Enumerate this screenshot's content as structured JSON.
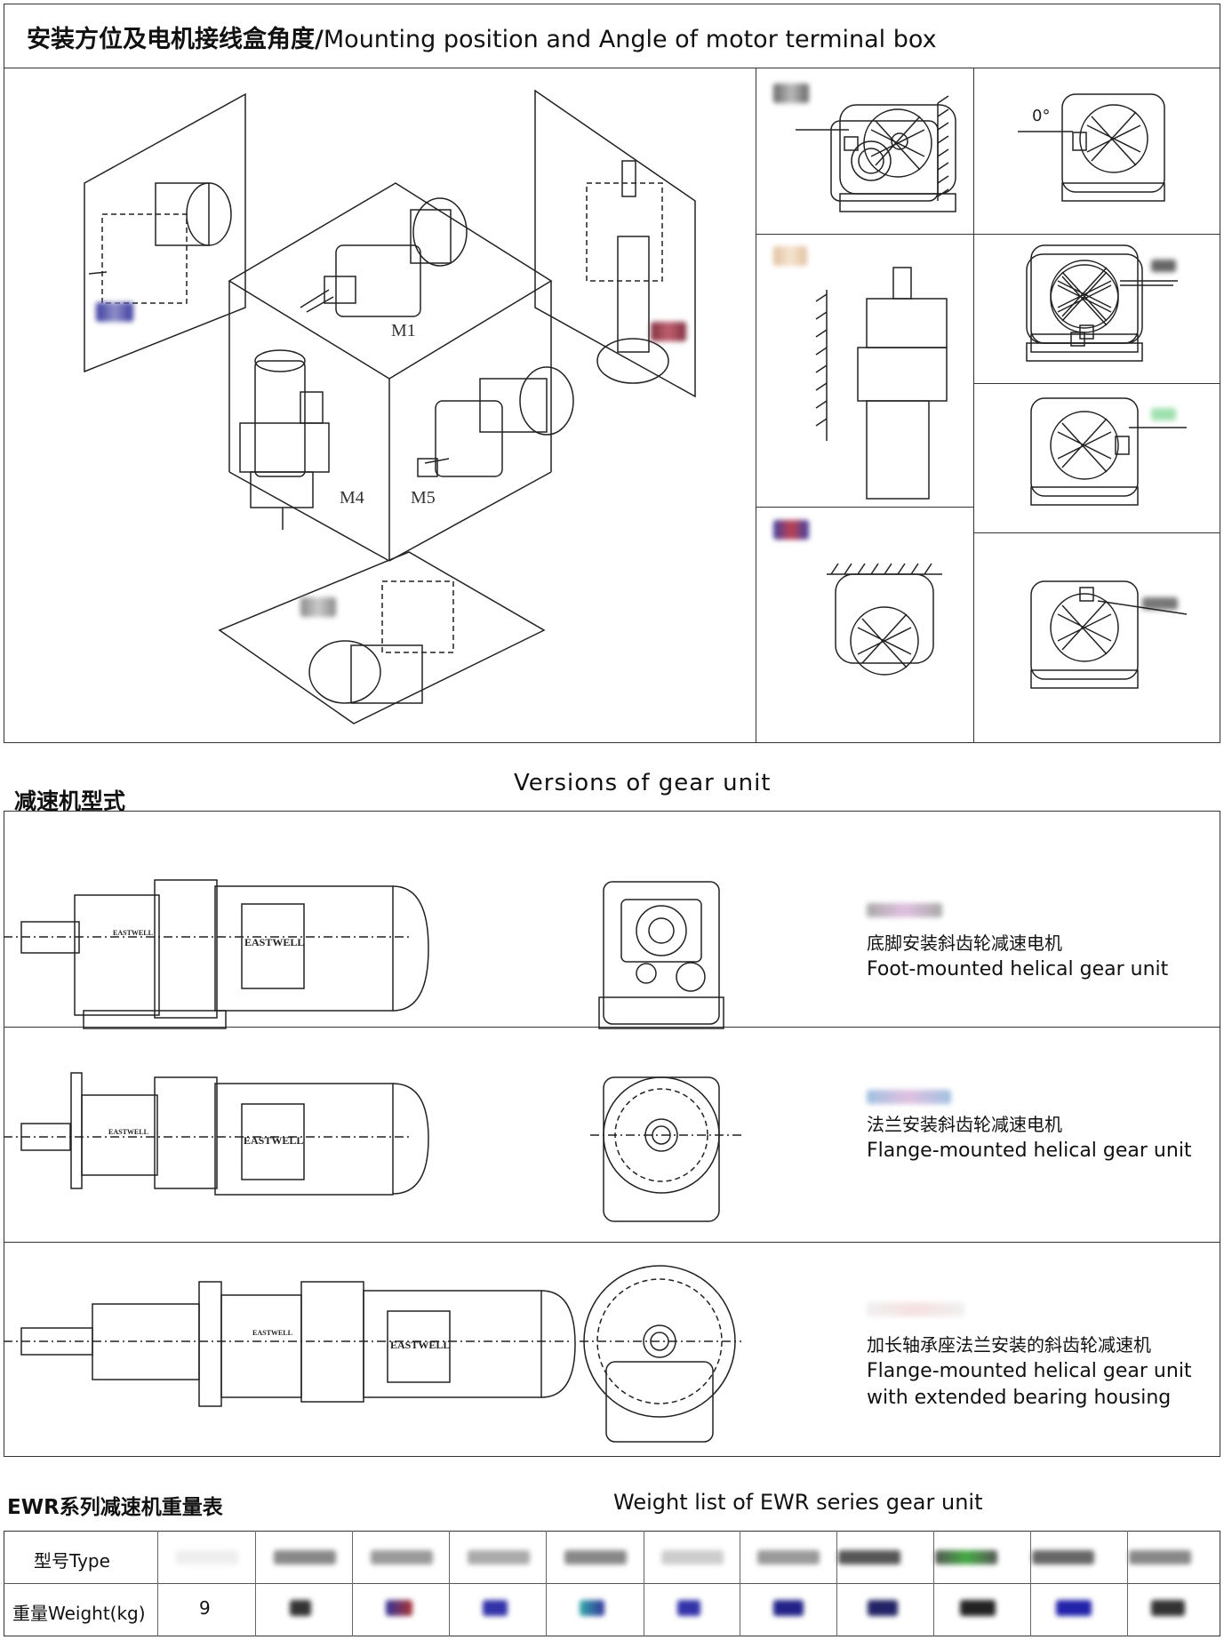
{
  "mounting": {
    "title_cn": "安装方位及电机接线盒角度/",
    "title_en": "Mounting position and Angle of motor terminal box",
    "cube_labels": {
      "top": "M1",
      "front_left": "M4",
      "front_right": "M5"
    },
    "angle_label": "0°"
  },
  "versions": {
    "title_cn": "减速机型式",
    "title_en": "Versions of gear unit",
    "rows": [
      {
        "desc_cn": "底脚安装斜齿轮减速电机",
        "desc_en_1": "Foot-mounted  helical gear unit",
        "desc_en_2": "",
        "brand_small": "EASTWELL",
        "brand_motor": "EASTWELL"
      },
      {
        "desc_cn": "法兰安装斜齿轮减速电机",
        "desc_en_1": "Flange-mounted helical gear unit",
        "desc_en_2": "",
        "brand_small": "EASTWELL",
        "brand_motor": "EASTWELL"
      },
      {
        "desc_cn": "加长轴承座法兰安装的斜齿轮减速机",
        "desc_en_1": "Flange-mounted helical gear unit",
        "desc_en_2": "with extended bearing housing",
        "brand_small": "EASTWELL",
        "brand_motor": "EASTWELL"
      }
    ]
  },
  "weights": {
    "title_cn": "EWR系列减速机重量表",
    "title_en": "Weight list of EWR series gear unit",
    "row_type_label": "型号Type",
    "row_weight_label": "重量Weight(kg)",
    "first_weight": "9"
  }
}
